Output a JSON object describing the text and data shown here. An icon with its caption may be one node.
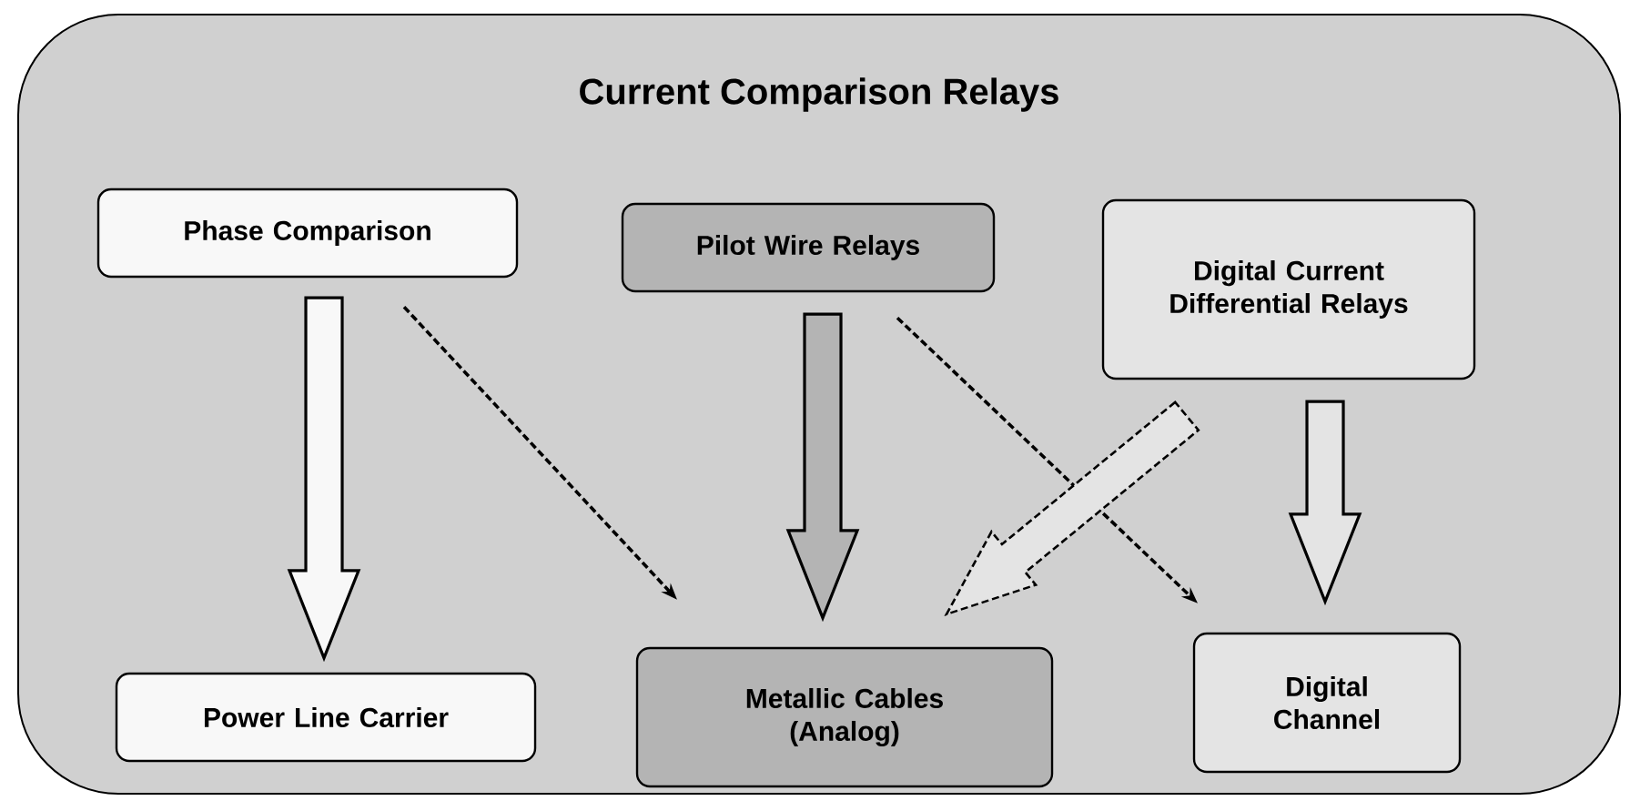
{
  "diagram": {
    "nodes": [
      {
        "text": [
          "Current Comparison Relays"
        ]
      },
      {
        "text": [
          "Phase Comparison"
        ],
        "in": 0
      },
      {
        "text": [
          "Pilot Wire Relays"
        ],
        "in": 0
      },
      {
        "text": [
          "Digital Current Differential Relays"
        ],
        "in": 0
      },
      {
        "text": [
          "Power Line Carrier"
        ],
        "in": 0
      },
      {
        "text": [
          "Metallic Cables (Analog)"
        ],
        "in": 0
      },
      {
        "text": [
          "Digital Channel"
        ],
        "in": 0
      }
    ],
    "edges": [
      {
        "from": 1,
        "to": 4,
        "arrow": "to",
        "style": "thick",
        "color": "#f8f8f8"
      },
      {
        "from": 1,
        "to": 5,
        "arrow": "to",
        "style": "dashed"
      },
      {
        "from": 2,
        "to": 5,
        "arrow": "to",
        "style": "thick",
        "color": "#b4b4b4"
      },
      {
        "from": 2,
        "to": 6,
        "arrow": "to",
        "style": "dashed"
      },
      {
        "from": 3,
        "to": 5,
        "arrow": "to",
        "style": "dashed",
        "color": "#e4e4e4"
      },
      {
        "from": 3,
        "to": 6,
        "arrow": "to",
        "style": "thick",
        "color": "#e4e4e4"
      }
    ]
  }
}
